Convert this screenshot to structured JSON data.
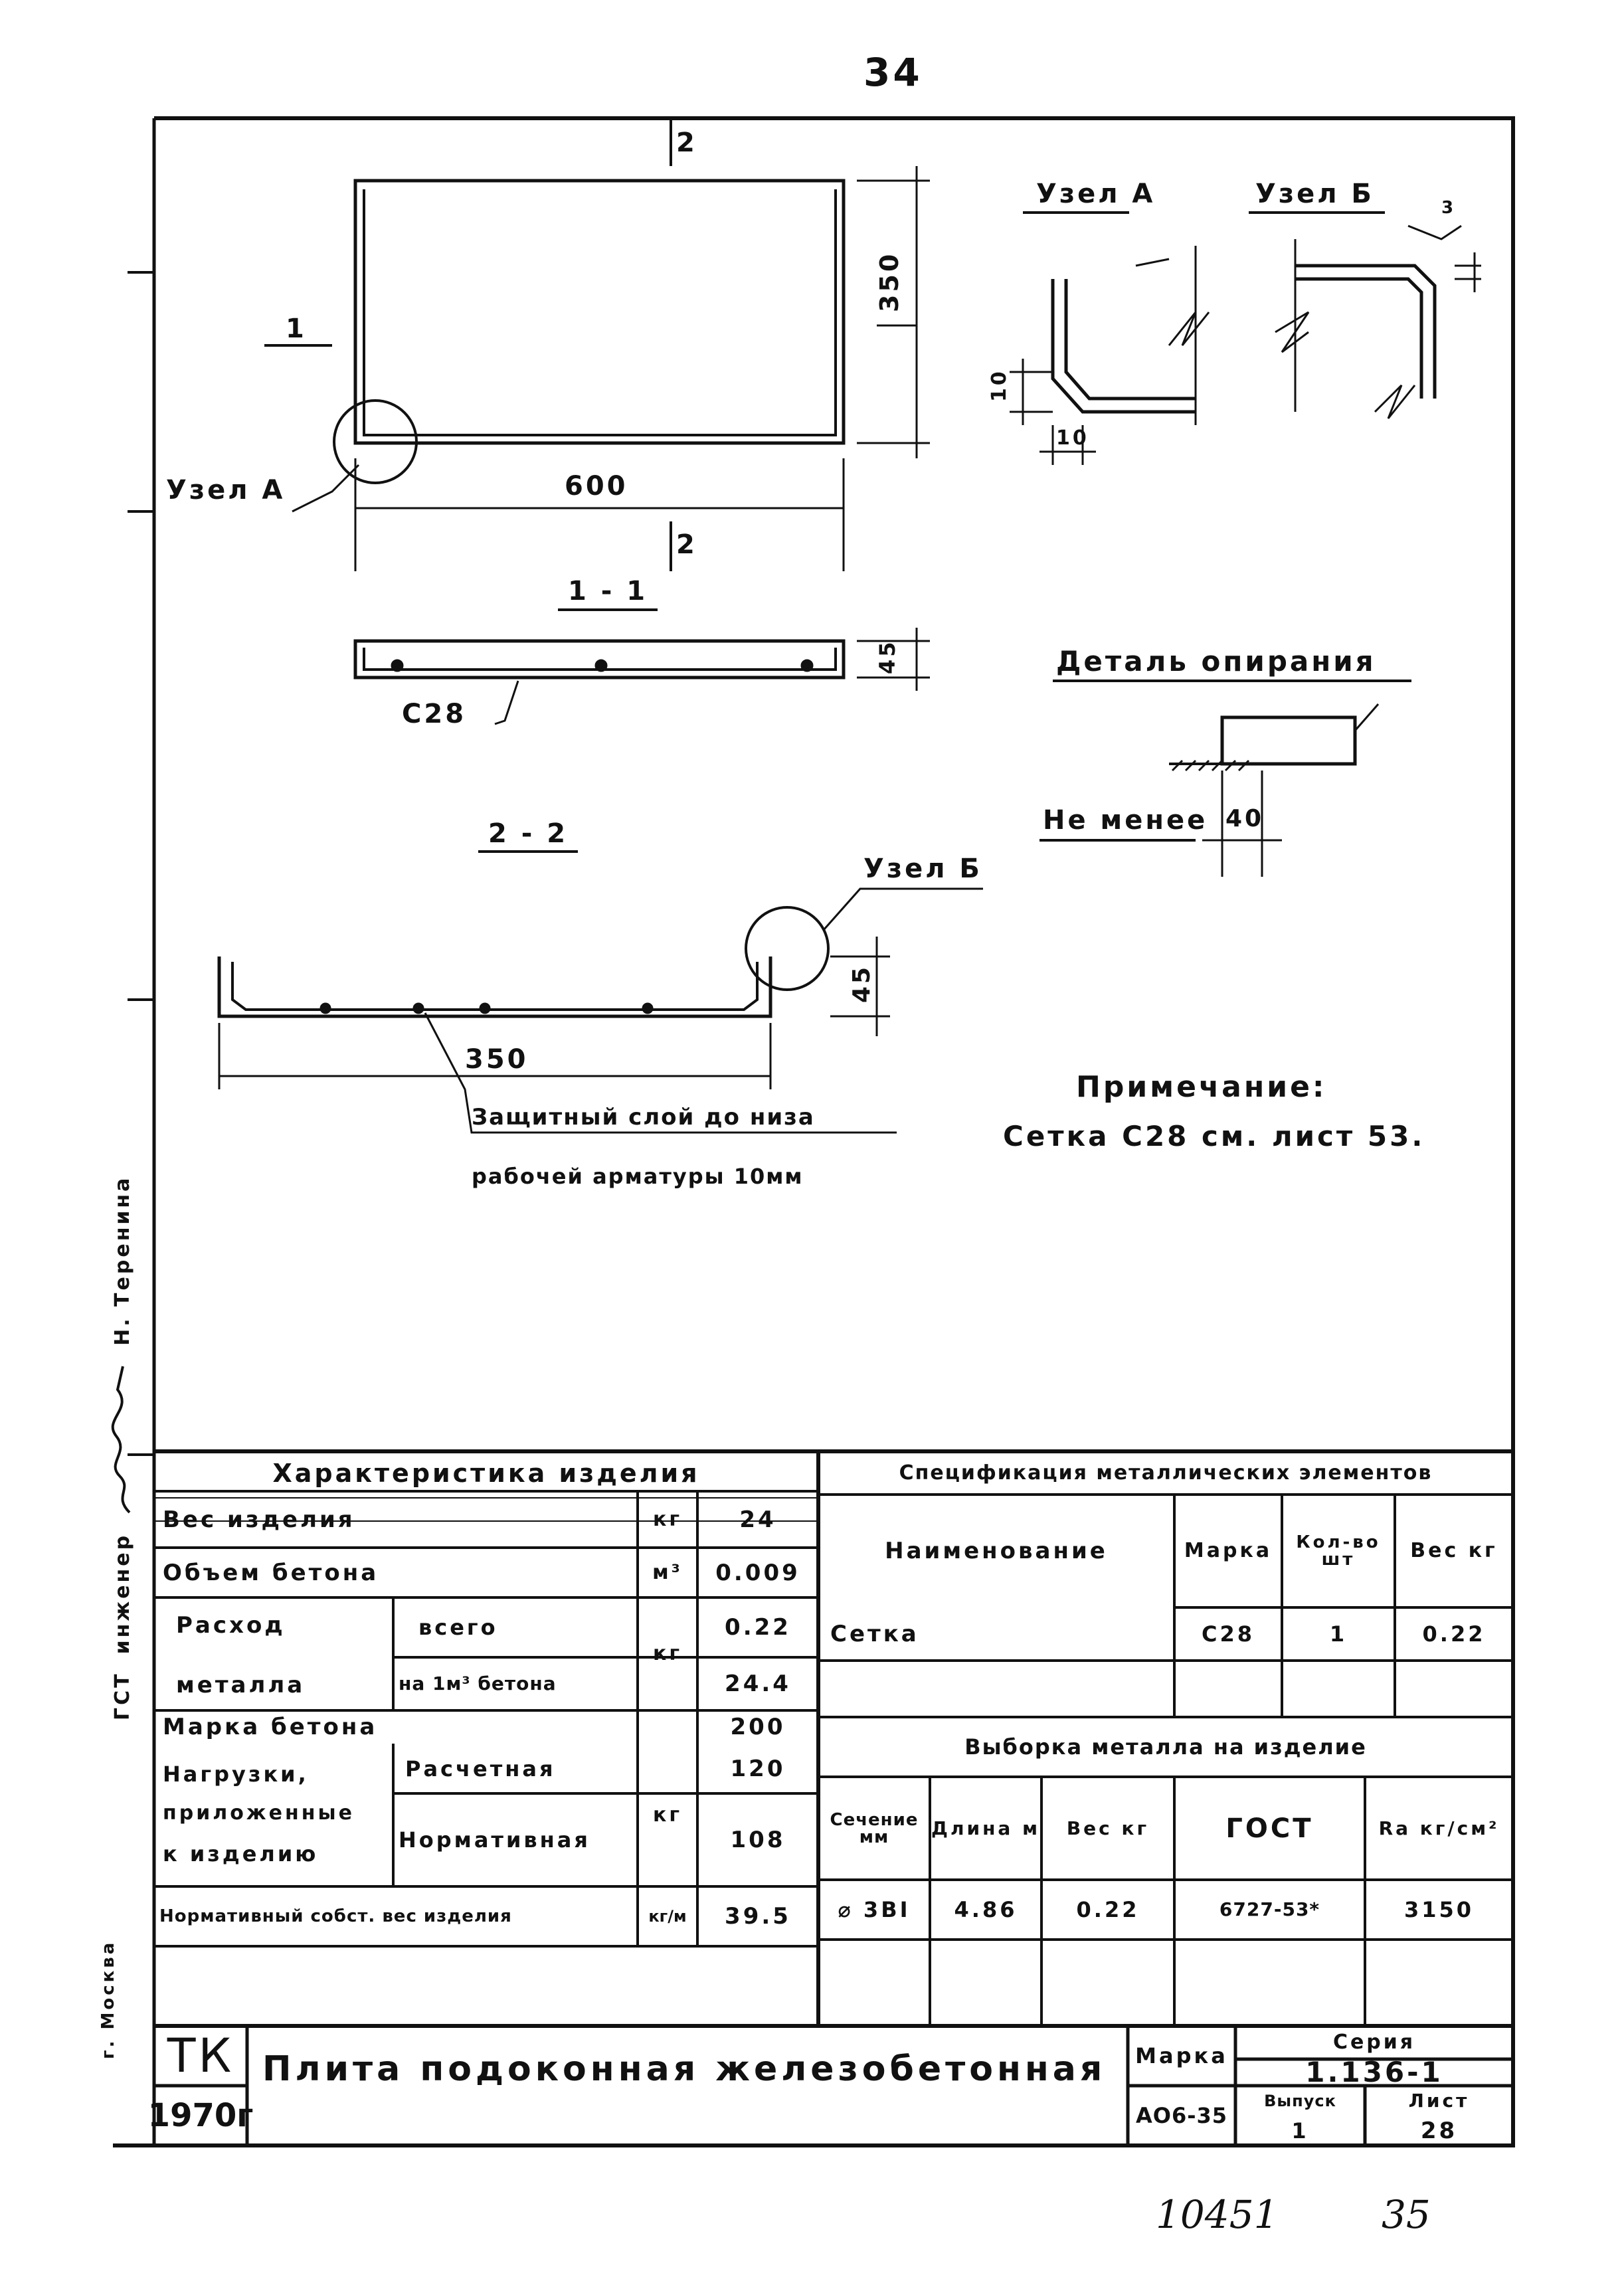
{
  "page_number_top": "34",
  "page_number_bottom": "35",
  "inventory_number": "10451",
  "signature_line": {
    "org": "ГСТ",
    "role": "инженер",
    "name": "Н. Теренина"
  },
  "side_city": "г. Москва",
  "drawings": {
    "plan": {
      "section_1_label": "1",
      "section_2_label": "2",
      "dim_length": "600",
      "dim_width": "350",
      "callout_a": "Узел А"
    },
    "node_a": {
      "title": "Узел А",
      "dim_h": "10",
      "dim_w": "10"
    },
    "node_b": {
      "title": "Узел Б",
      "dim_small": "3"
    },
    "section_1_1": {
      "title": "1 - 1",
      "mesh_label": "С28",
      "dim_h": "45"
    },
    "section_2_2": {
      "title": "2 - 2",
      "dim_width": "350",
      "dim_h": "45",
      "callout_b": "Узел Б",
      "note_line1": "Защитный слой до низа",
      "note_line2": "рабочей арматуры 10мм"
    },
    "support_detail": {
      "title": "Деталь опирания",
      "min_label": "Не менее",
      "min_value": "40"
    }
  },
  "note": {
    "title": "Примечание:",
    "text": "Сетка С28 см. лист 53."
  },
  "characteristics": {
    "title": "Характеристика изделия",
    "rows": {
      "weight": {
        "label": "Вес изделия",
        "unit": "кг",
        "value": "24"
      },
      "volume": {
        "label": "Объем бетона",
        "unit": "м³",
        "value": "0.009"
      },
      "metal_label_1": "Расход",
      "metal_label_2": "металла",
      "metal_unit": "кг",
      "metal_total": {
        "label": "всего",
        "value": "0.22"
      },
      "metal_per_m3": {
        "label": "на 1м³ бетона",
        "value": "24.4"
      },
      "grade": {
        "label": "Марка бетона",
        "value": "200"
      },
      "loads_label_1": "Нагрузки,",
      "loads_label_2": "приложенные",
      "loads_label_3": "к изделию",
      "loads_unit": "кг",
      "load_design": {
        "label": "Расчетная",
        "value": "120"
      },
      "load_normative": {
        "label": "Нормативная",
        "value": "108"
      },
      "own_weight": {
        "label": "Нормативный собст. вес изделия",
        "unit": "кг/м",
        "value": "39.5"
      }
    }
  },
  "specification": {
    "title": "Спецификация металлических элементов",
    "headers": [
      "Наименование",
      "Марка",
      "Кол-во шт",
      "Вес кг"
    ],
    "rows": [
      [
        "Сетка",
        "С28",
        "1",
        "0.22"
      ]
    ]
  },
  "metal_selection": {
    "title": "Выборка металла на изделие",
    "headers": [
      "Сечение мм",
      "Длина м",
      "Вес кг",
      "ГОСТ",
      "Rа кг/см²"
    ],
    "rows": [
      [
        "⌀ 3BI",
        "4.86",
        "0.22",
        "6727-53*",
        "3150"
      ]
    ]
  },
  "title_block": {
    "tk": "ТК",
    "year": "1970г",
    "name": "Плита подоконная железобетонная",
    "mark_label": "Марка",
    "mark": "АО6-35",
    "series_label": "Серия",
    "series": "1.136-1",
    "issue_label": "Выпуск",
    "issue": "1",
    "sheet_label": "Лист",
    "sheet": "28"
  }
}
